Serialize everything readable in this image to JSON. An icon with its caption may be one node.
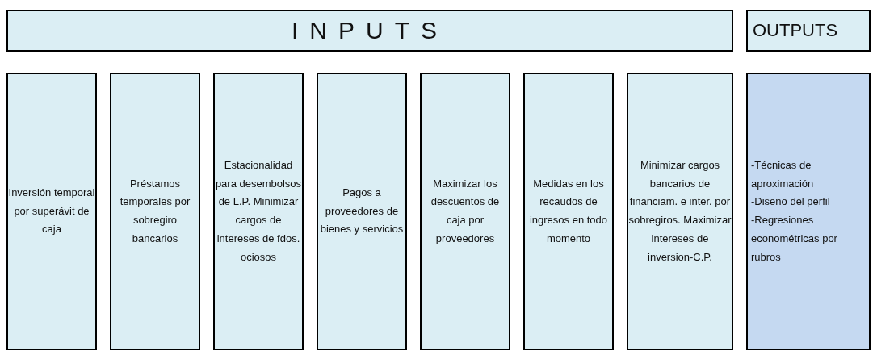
{
  "diagram": {
    "nodes": [
      {
        "text": [
          "INPUTS"
        ]
      },
      {
        "text": [
          "OUTPUTS"
        ]
      },
      {
        "text": [
          "Inversión temporal por superávit de caja"
        ]
      },
      {
        "text": [
          "Préstamos temporales por sobregiro bancarios"
        ]
      },
      {
        "text": [
          "Estacionalidad para desembolsos de L.P. Minimizar cargos de intereses de fdos. ociosos"
        ]
      },
      {
        "text": [
          "Pagos a proveedores de bienes y servicios"
        ]
      },
      {
        "text": [
          "Maximizar los descuentos de caja por proveedores"
        ]
      },
      {
        "text": [
          "Medidas en los recaudos de ingresos en todo momento"
        ]
      },
      {
        "text": [
          "Minimizar cargos bancarios de financiam. e inter. por sobregiros. Maximizar intereses de inversion-C.P."
        ]
      },
      {
        "text": [
          "-Técnicas de aproximación",
          "-Diseño del perfil",
          "-Regresiones econométricas por rubros"
        ]
      }
    ],
    "edges": []
  }
}
